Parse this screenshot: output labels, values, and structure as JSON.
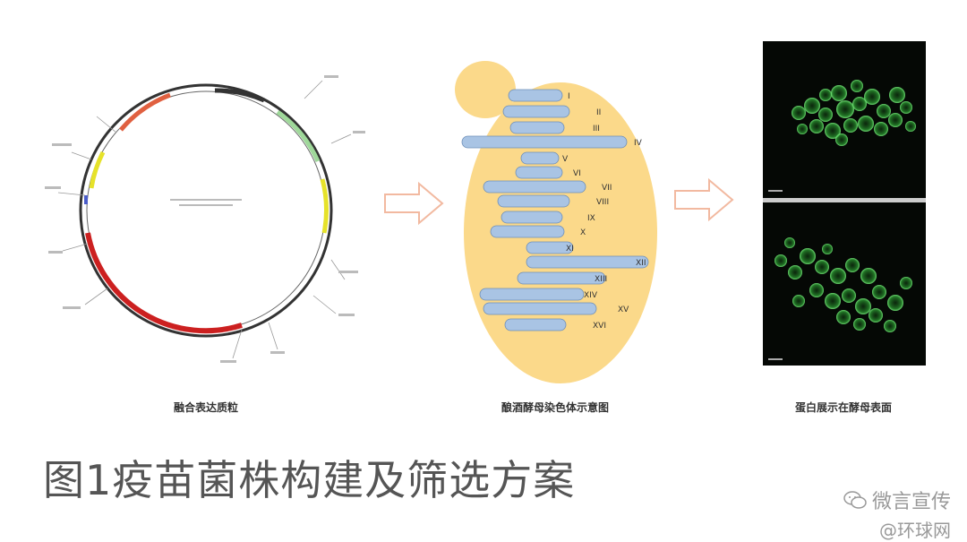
{
  "figure_title": "图1疫苗菌株构建及筛选方案",
  "captions": {
    "plasmid": "融合表达质粒",
    "yeast": "酿酒酵母染色体示意图",
    "microscopy": "蛋白展示在酵母表面"
  },
  "chromosome_labels": [
    "I",
    "II",
    "III",
    "IV",
    "V",
    "VI",
    "VII",
    "VIII",
    "IX",
    "X",
    "XI",
    "XII",
    "XIII",
    "XIV",
    "XV",
    "XVI"
  ],
  "watermark": {
    "line1": "微言宣传",
    "line2": "@环球网"
  },
  "colors": {
    "yeast_cell": "#fbd98a",
    "chromosome": "#a9c4e4",
    "plasmid_red": "#cc2020",
    "plasmid_green": "#9fd89a",
    "plasmid_yellow": "#e6e22a",
    "arrow": "#f2b9a0",
    "fluorescence": "#35c23a"
  },
  "icons": [
    "plasmid-map",
    "yeast-cell",
    "fluorescence-micrograph",
    "arrow-right-icon",
    "wechat-icon"
  ]
}
